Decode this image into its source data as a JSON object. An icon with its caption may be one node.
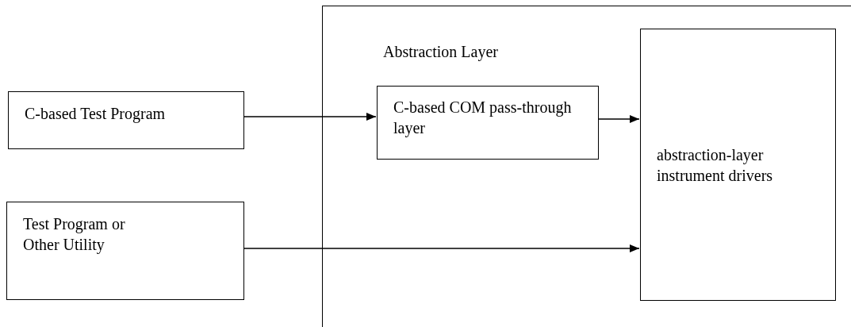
{
  "diagram": {
    "nodes": [
      {
        "text": [
          "Abstraction Layer"
        ]
      },
      {
        "text": [
          "C-based Test Program"
        ]
      },
      {
        "text": [
          "C-based COM pass-through layer"
        ],
        "in": 0
      },
      {
        "text": [
          "abstraction-layer instrument drivers"
        ],
        "in": 0
      },
      {
        "text": [
          "Test Program or Other Utility"
        ]
      }
    ],
    "edges": [
      {
        "from": 1,
        "to": 2,
        "arrow": "to"
      },
      {
        "from": 2,
        "to": 3,
        "arrow": "to"
      },
      {
        "from": 4,
        "to": 3,
        "arrow": "to"
      }
    ]
  }
}
